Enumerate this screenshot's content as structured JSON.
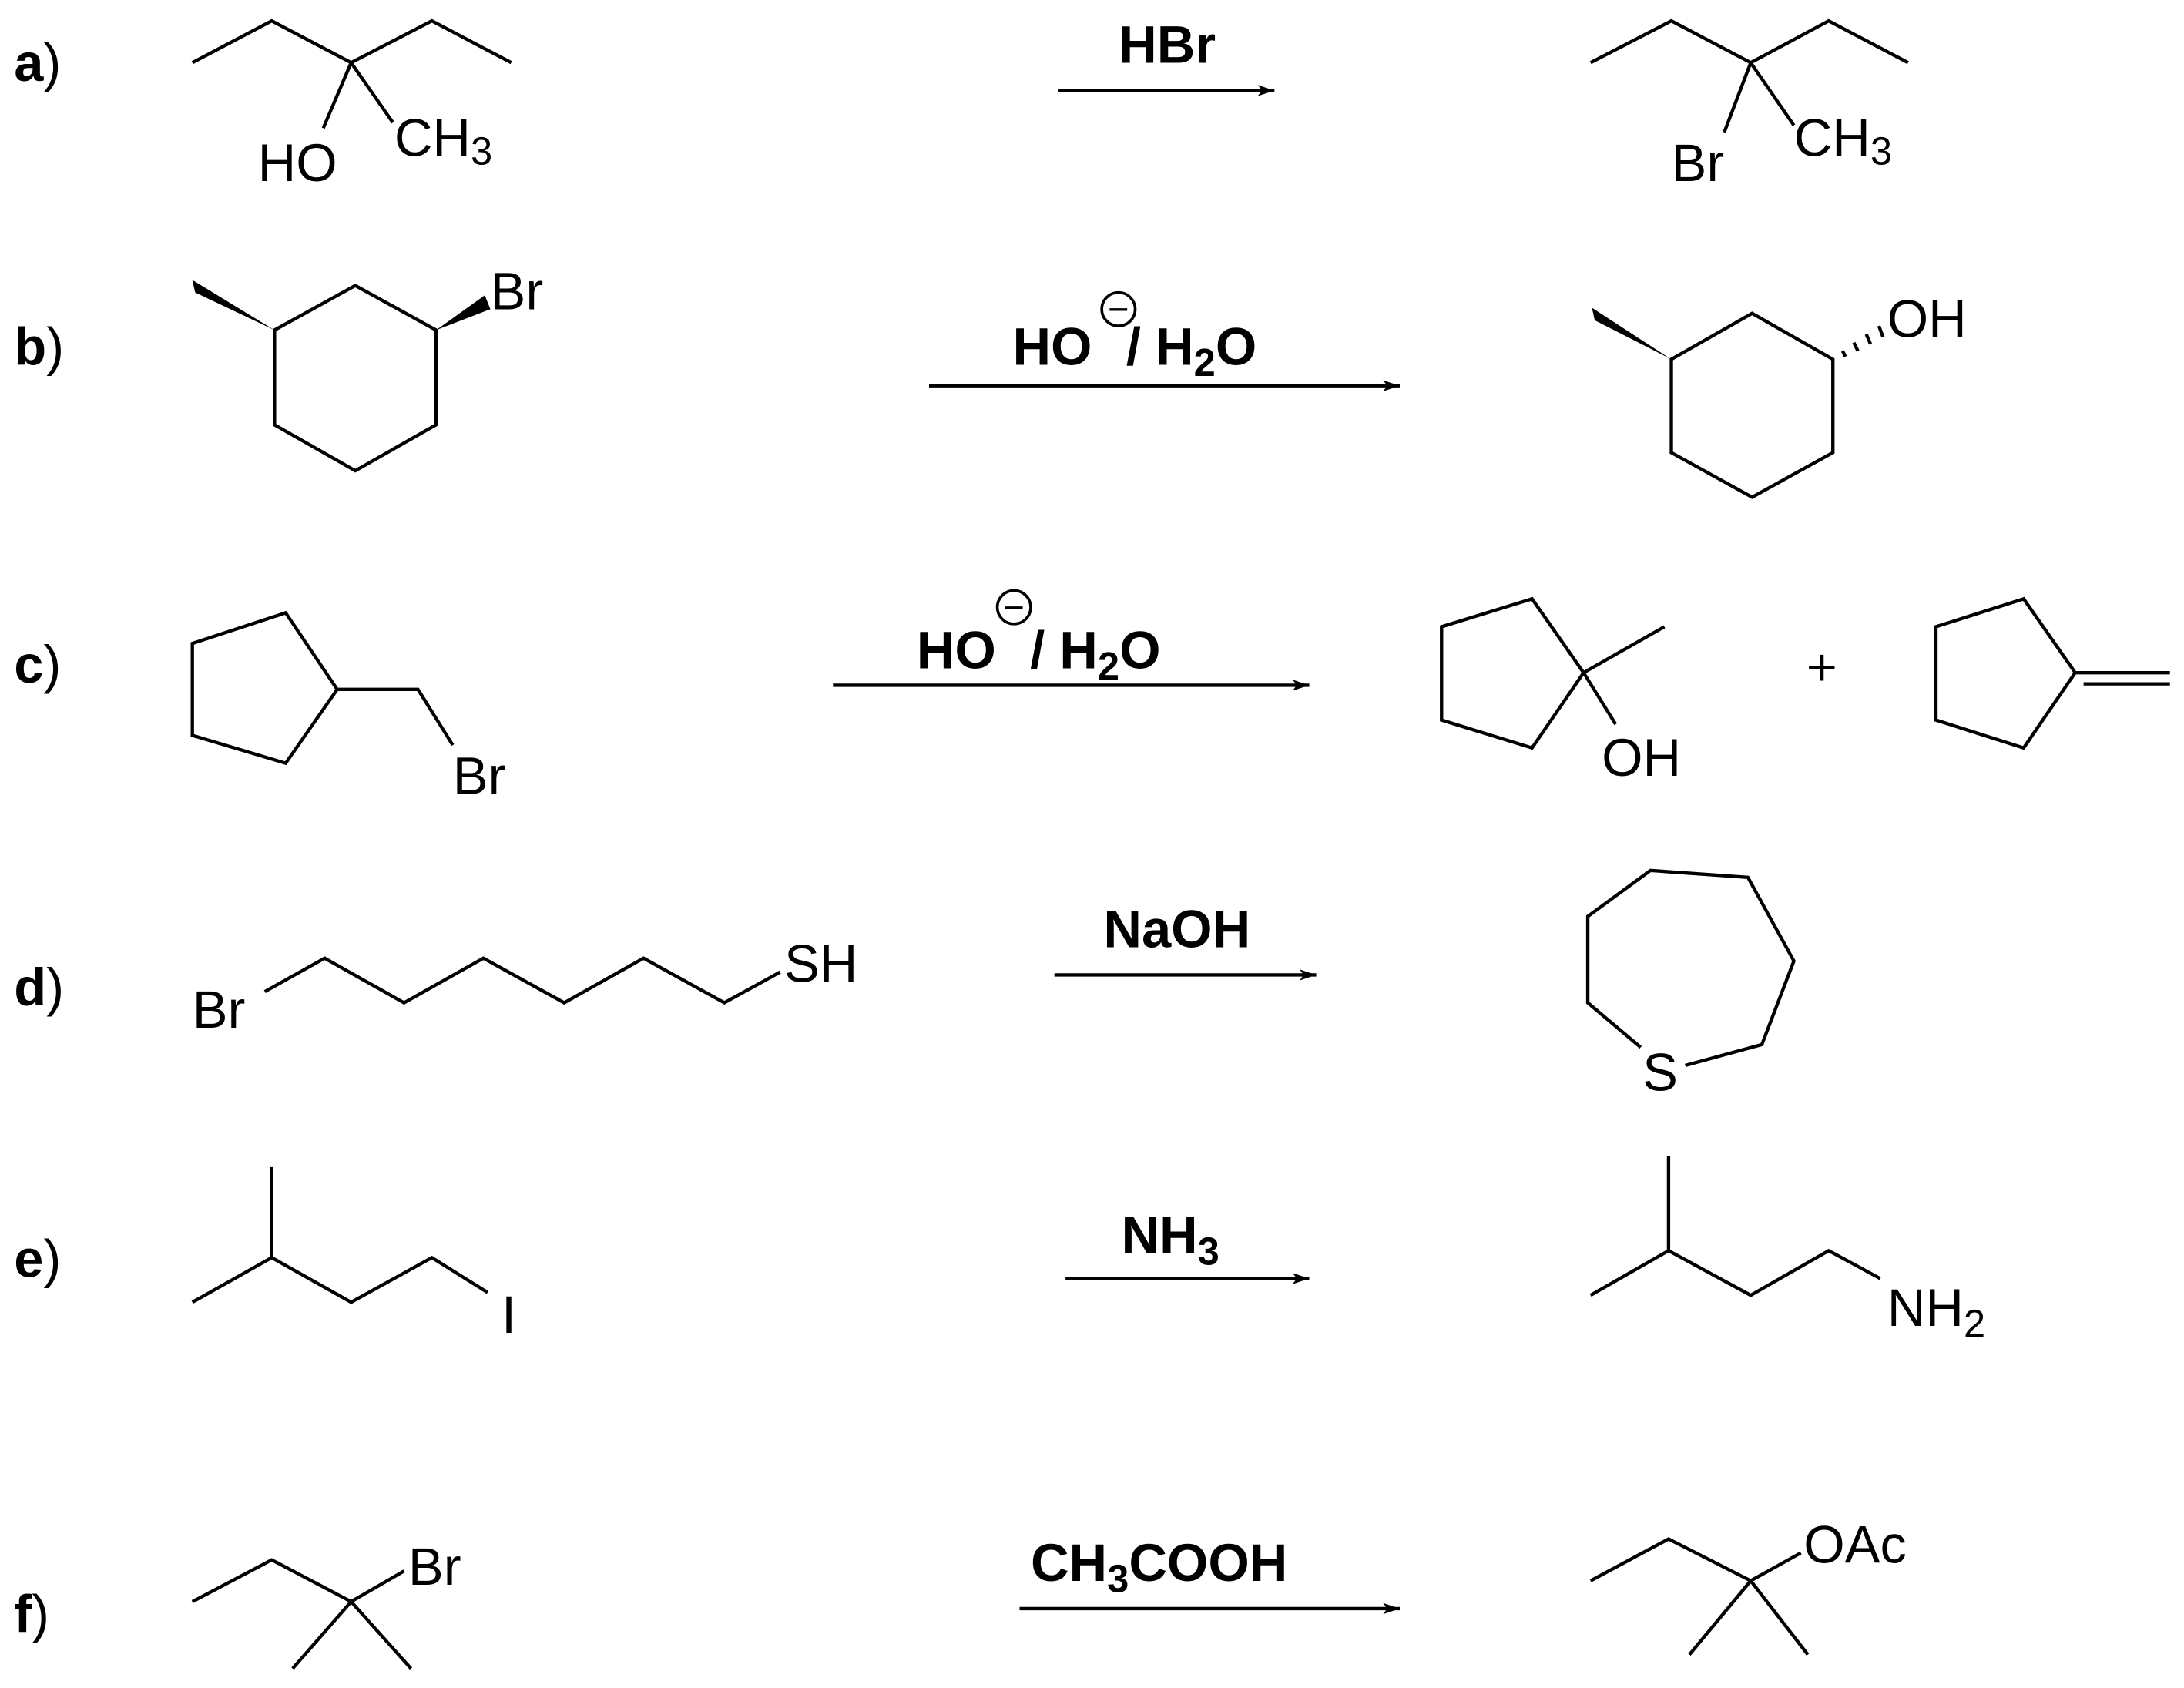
{
  "reactions": [
    {
      "label": "a",
      "paren": ")",
      "reactant": {
        "g1": "HO",
        "g2": "CH",
        "g2_sub": "3"
      },
      "reagent": "HBr",
      "product": {
        "g1": "Br",
        "g2": "CH",
        "g2_sub": "3"
      }
    },
    {
      "label": "b",
      "paren": ")",
      "reactant": {
        "g1": "Br"
      },
      "reagent": {
        "a": "HO",
        "charge": "−",
        "b": " / H",
        "sub": "2",
        "c": "O"
      },
      "product": {
        "g1": "OH"
      }
    },
    {
      "label": "c",
      "paren": ")",
      "reactant": {
        "g1": "Br"
      },
      "reagent": {
        "a": "HO",
        "charge": "−",
        "b": " / H",
        "sub": "2",
        "c": "O"
      },
      "product": {
        "g1": "OH"
      },
      "plus": "+"
    },
    {
      "label": "d",
      "paren": ")",
      "reactant": {
        "g1": "Br",
        "g2": "SH"
      },
      "reagent": "NaOH",
      "product": {
        "g1": "S"
      }
    },
    {
      "label": "e",
      "paren": ")",
      "reactant": {
        "g1": "I"
      },
      "reagent": {
        "a": "NH",
        "sub": "3"
      },
      "product": {
        "g1": "NH",
        "g1_sub": "2"
      }
    },
    {
      "label": "f",
      "paren": ")",
      "reactant": {
        "g1": "Br"
      },
      "reagent": {
        "a": "CH",
        "sub": "3",
        "b": "COOH"
      },
      "product": {
        "g1": "OAc"
      }
    }
  ]
}
